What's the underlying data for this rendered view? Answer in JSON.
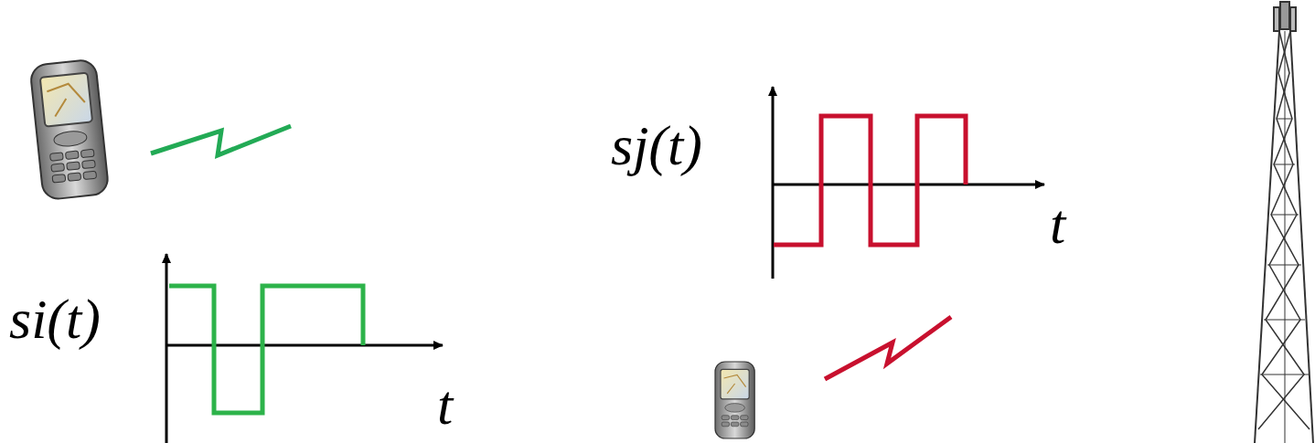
{
  "diagram": {
    "labels": [
      "si(t)",
      "t",
      "sj(t)",
      "t"
    ]
  }
}
